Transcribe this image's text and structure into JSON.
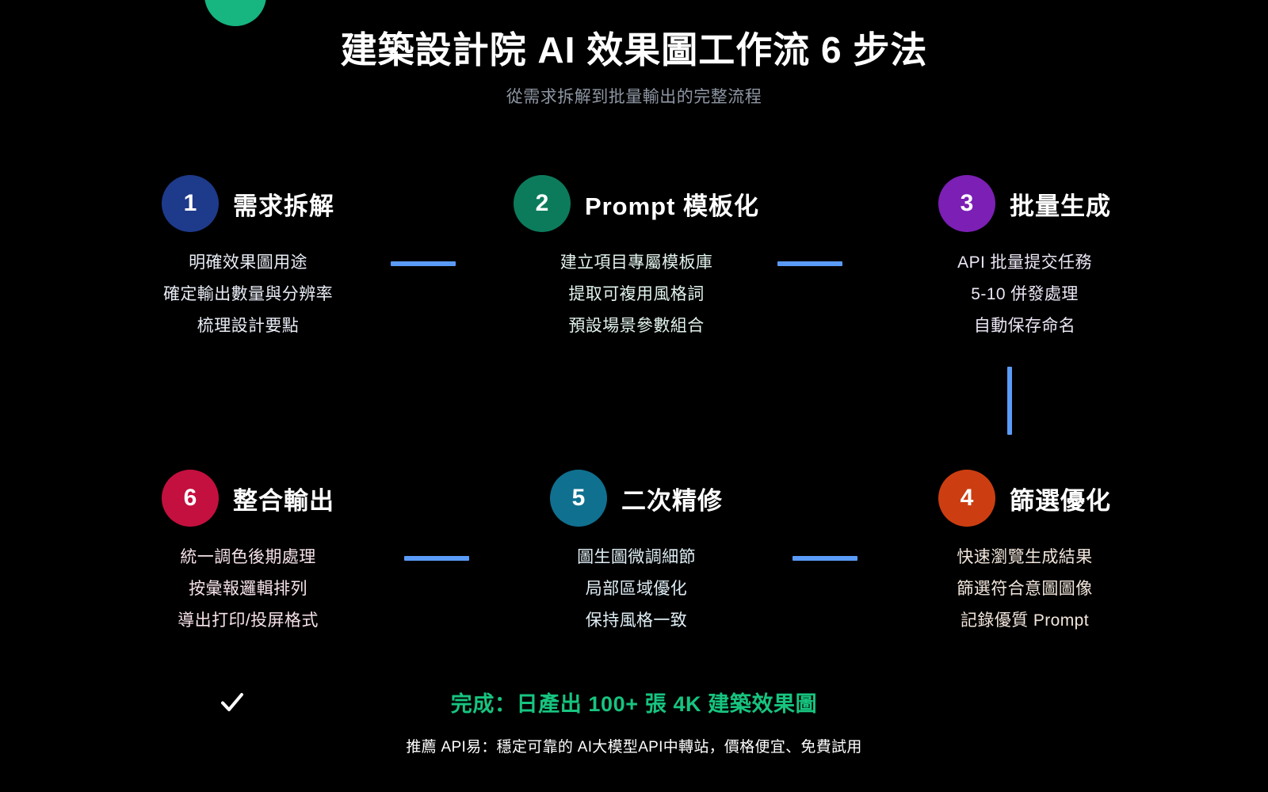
{
  "decor": {
    "top_orb_color": "#17B57F"
  },
  "header": {
    "title": "建築設計院 AI 效果圖工作流 6 步法",
    "subtitle": "從需求拆解到批量輸出的完整流程"
  },
  "steps": [
    {
      "number": "1",
      "title": "需求拆解",
      "color": "#1E3A8A",
      "items": [
        "明確效果圖用途",
        "確定輸出數量與分辨率",
        "梳理設計要點"
      ]
    },
    {
      "number": "2",
      "title": "Prompt 模板化",
      "color": "#0C7B5C",
      "items": [
        "建立項目專屬模板庫",
        "提取可複用風格詞",
        "預設場景參數組合"
      ]
    },
    {
      "number": "3",
      "title": "批量生成",
      "color": "#7B1FB5",
      "items": [
        "API 批量提交任務",
        "5-10 併發處理",
        "自動保存命名"
      ]
    },
    {
      "number": "4",
      "title": "篩選優化",
      "color": "#CC3E11",
      "items": [
        "快速瀏覽生成結果",
        "篩選符合意圖圖像",
        "記錄優質 Prompt"
      ]
    },
    {
      "number": "5",
      "title": "二次精修",
      "color": "#10708F",
      "items": [
        "圖生圖微調細節",
        "局部區域優化",
        "保持風格一致"
      ]
    },
    {
      "number": "6",
      "title": "整合輸出",
      "color": "#C4103F",
      "items": [
        "統一調色後期處理",
        "按彙報邏輯排列",
        "導出打印/投屏格式"
      ]
    }
  ],
  "connectors": {
    "color": "#5b9bf8"
  },
  "footer": {
    "check_icon": "check-icon",
    "result_text": "完成：日產出 100+ 張 4K 建築效果圖",
    "result_color": "#17C47F",
    "promo_text": "推薦 API易：穩定可靠的 AI大模型API中轉站，價格便宜、免費試用"
  }
}
